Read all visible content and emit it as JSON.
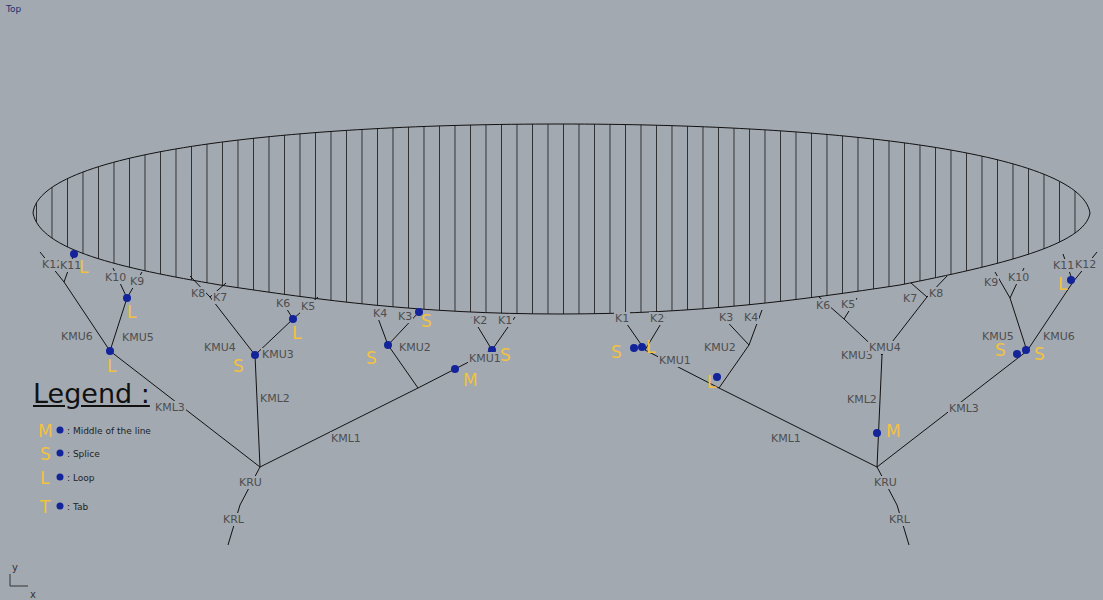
{
  "diagram": {
    "labels": [
      "Top",
      "K12",
      "K11",
      "L",
      "K10",
      "K9",
      "L",
      "KMU6",
      "KMU5",
      "L",
      "K8",
      "K7",
      "KMU4",
      "KMU3",
      "S",
      "K6",
      "K5",
      "L",
      "KML3",
      "KML2",
      "KML1",
      "KRU",
      "KRL",
      "K4",
      "K3",
      "S",
      "KMU2",
      "S",
      "K2",
      "K1",
      "KMU1",
      "S",
      "M",
      "K1",
      "K2",
      "S",
      "L",
      "KMU1",
      "K3",
      "K4",
      "KMU2",
      "L",
      "K6",
      "K5",
      "K7",
      "K8",
      "KMU3",
      "KMU4",
      "KML2",
      "M",
      "KML1",
      "KML3",
      "KRU",
      "KRL",
      "K9",
      "K10",
      "KMU5",
      "S",
      "KMU6",
      "S",
      "K11",
      "K12",
      "L",
      "Legend :",
      "M",
      "S",
      "L",
      "T",
      "y",
      "x"
    ],
    "legend": [
      {
        "text": ": Middle of the line"
      },
      {
        "text": ": Splice"
      },
      {
        "text": ": Loop"
      },
      {
        "text": ": Tab"
      }
    ]
  }
}
